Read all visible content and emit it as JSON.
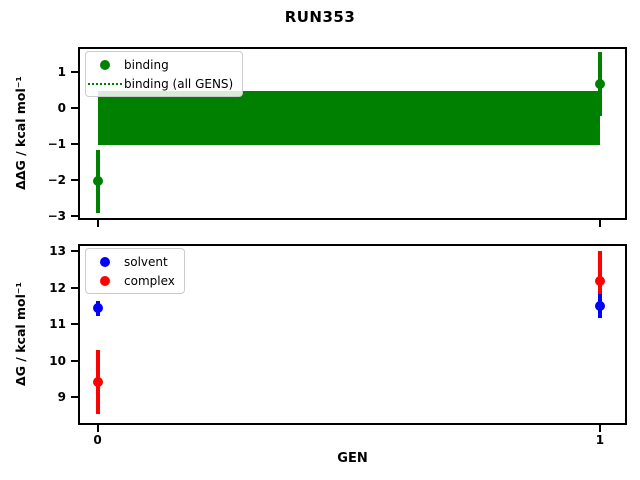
{
  "figure": {
    "title": "RUN353",
    "xlabel": "GEN",
    "background": "#ffffff"
  },
  "chart_data": [
    {
      "type": "scatter",
      "name": "ddG-binding-panel",
      "title": "RUN353",
      "ylabel": "ΔΔG / kcal mol⁻¹",
      "xlabel": "",
      "ylim": [
        -3.05,
        1.65
      ],
      "yticks": [
        1,
        0,
        -1,
        -2,
        -3
      ],
      "xlim": [
        -0.035,
        1.05
      ],
      "xticks": [
        0,
        1
      ],
      "xtick_labels_visible": false,
      "grid": false,
      "legend": {
        "position": "upper-left",
        "items": [
          {
            "label": "binding",
            "marker": "circle",
            "color": "#008000"
          },
          {
            "label": "binding (all GENS)",
            "marker": "dotted-line",
            "color": "#008000"
          }
        ]
      },
      "series": [
        {
          "name": "binding",
          "color": "#008000",
          "x": [
            0,
            1
          ],
          "y": [
            -2.03,
            0.68
          ],
          "yerr": [
            0.88,
            0.88
          ]
        }
      ],
      "band": {
        "name": "binding (all GENS)",
        "color": "#008000",
        "x_range": [
          0,
          1
        ],
        "y_low": -1.02,
        "y_high": 0.48,
        "y_center": -0.27,
        "style": "solid fill, dotted center line"
      }
    },
    {
      "type": "scatter",
      "name": "dG-panel",
      "ylabel": "ΔG / kcal mol⁻¹",
      "xlabel": "GEN",
      "ylim": [
        8.3,
        13.15
      ],
      "yticks": [
        13,
        12,
        11,
        10,
        9
      ],
      "xlim": [
        -0.035,
        1.05
      ],
      "xticks": [
        0,
        1
      ],
      "xtick_labels_visible": true,
      "grid": false,
      "legend": {
        "position": "upper-left",
        "items": [
          {
            "label": "solvent",
            "marker": "circle",
            "color": "#0000ff"
          },
          {
            "label": "complex",
            "marker": "circle",
            "color": "#ff0000"
          }
        ]
      },
      "series": [
        {
          "name": "solvent",
          "color": "#0000ff",
          "x": [
            0,
            1
          ],
          "y": [
            11.44,
            11.51
          ],
          "yerr": [
            0.2,
            0.33
          ]
        },
        {
          "name": "complex",
          "color": "#ff0000",
          "x": [
            0,
            1
          ],
          "y": [
            9.42,
            12.2
          ],
          "yerr": [
            0.87,
            0.8
          ]
        }
      ]
    }
  ]
}
